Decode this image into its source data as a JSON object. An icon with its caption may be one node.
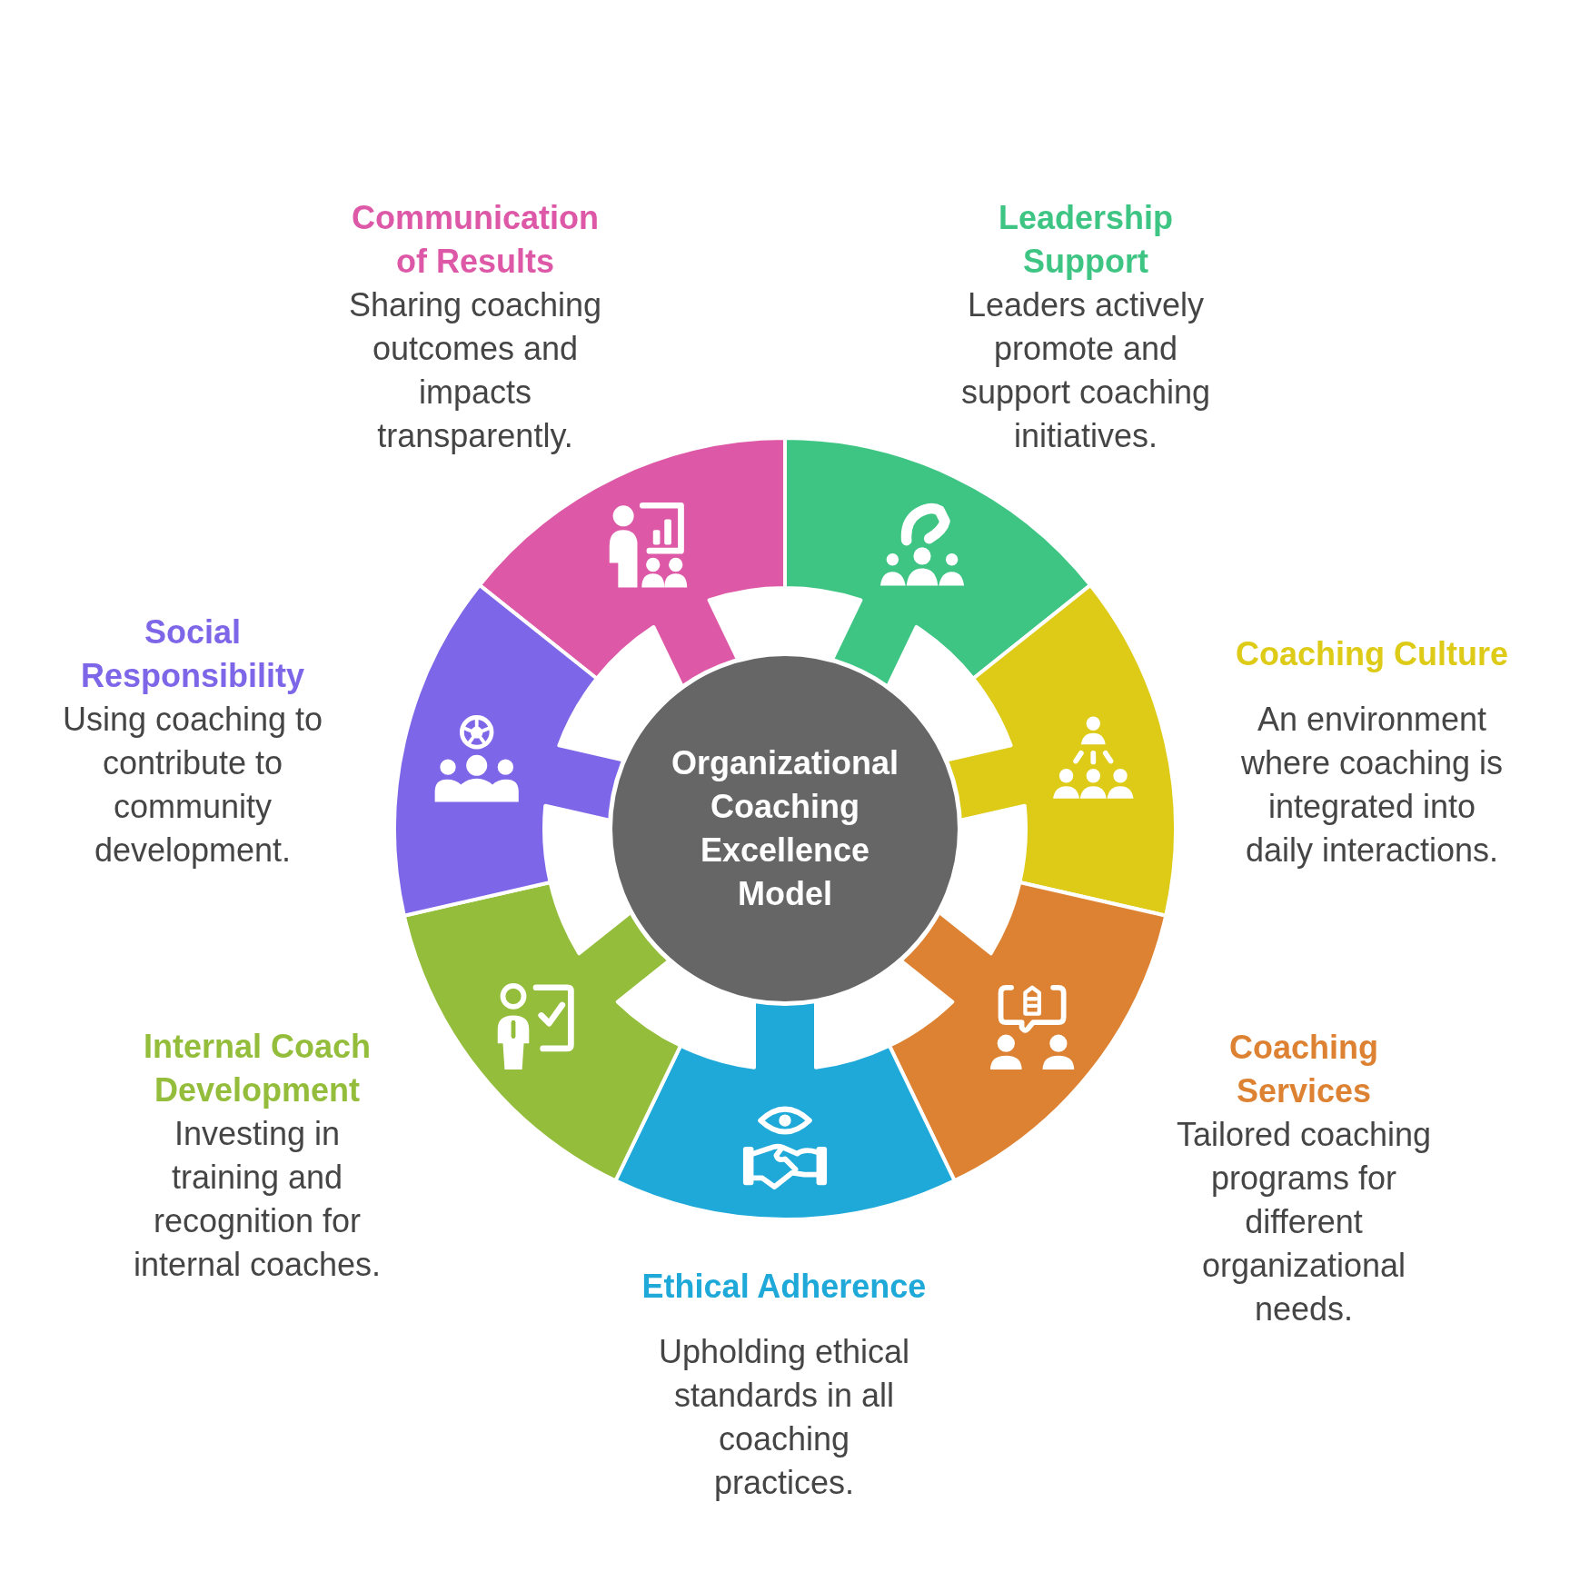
{
  "diagram": {
    "nodes": [
      {
        "text": [
          "Organizational Coaching Excellence Model"
        ]
      },
      {
        "text": [
          "Communication of Results",
          "Sharing coaching outcomes and impacts transparently."
        ]
      },
      {
        "text": [
          "Leadership Support",
          "Leaders actively promote and support coaching initiatives."
        ]
      },
      {
        "text": [
          "Coaching Culture",
          "An environment where coaching is integrated into daily interactions."
        ]
      },
      {
        "text": [
          "Coaching Services",
          "Tailored coaching programs for different organizational needs."
        ]
      },
      {
        "text": [
          "Ethical Adherence",
          "Upholding ethical standards in all coaching practices."
        ]
      },
      {
        "text": [
          "Internal Coach Development",
          "Investing in training and recognition for internal coaches."
        ]
      },
      {
        "text": [
          "Social Responsibility",
          "Using coaching to contribute to community development."
        ]
      }
    ]
  }
}
